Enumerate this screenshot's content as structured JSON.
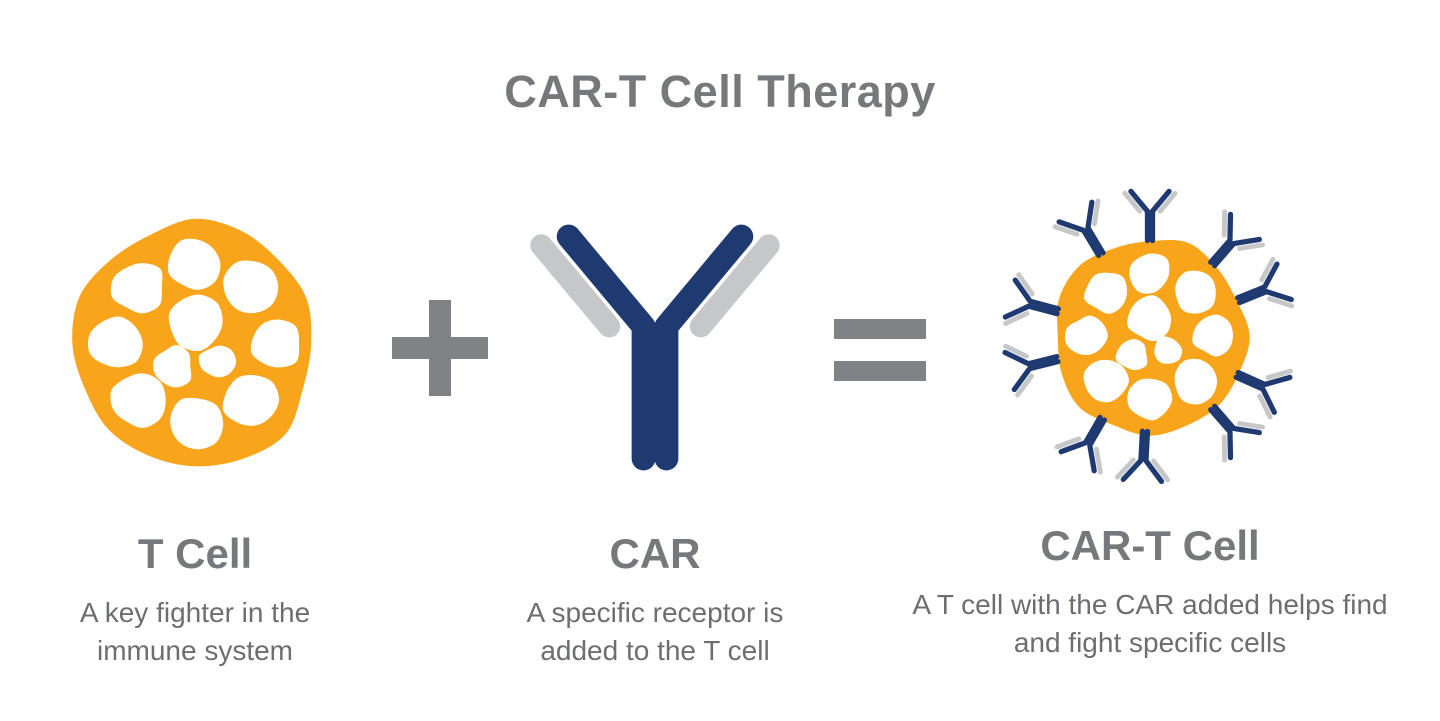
{
  "title": "CAR-T Cell Therapy",
  "operators": {
    "plus": "+",
    "equals": "="
  },
  "colors": {
    "orange": "#F9A51C",
    "navy": "#1F3971",
    "gray_arm": "#C6C7C9",
    "heading_gray": "#77787B",
    "body_gray": "#6D6E71",
    "operator_gray": "#808285"
  },
  "items": [
    {
      "icon": "t-cell-icon",
      "label": "T Cell",
      "description": "A key fighter in the immune system"
    },
    {
      "icon": "car-receptor-icon",
      "label": "CAR",
      "description": "A specific receptor is added to the T cell"
    },
    {
      "icon": "car-t-cell-icon",
      "label": "CAR-T Cell",
      "description": "A T cell with the CAR added helps find and fight specific cells"
    }
  ]
}
